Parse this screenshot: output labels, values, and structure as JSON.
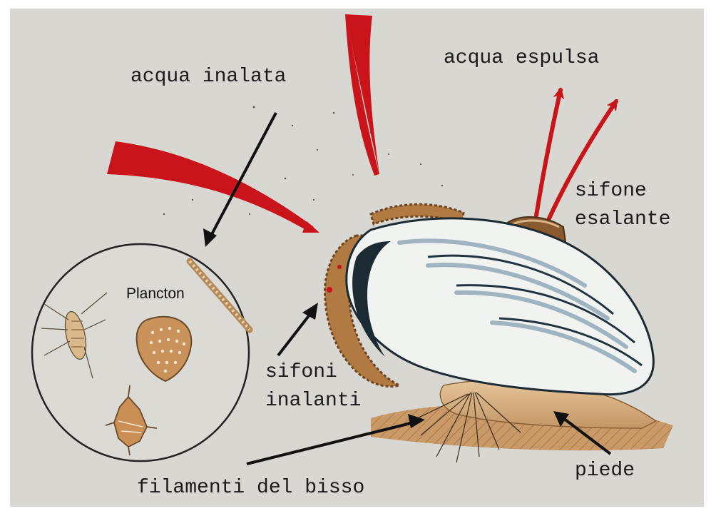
{
  "labels": {
    "inhaled_water": "acqua inalata",
    "expelled_water": "acqua espulsa",
    "exhalant_siphon_line1": "sifone",
    "exhalant_siphon_line2": "esalante",
    "inhalant_siphons_line1": "sifoni",
    "inhalant_siphons_line2": "inalanti",
    "byssus_threads": "filamenti del bisso",
    "foot": "piede",
    "plankton": "Plancton"
  },
  "colors": {
    "background": "#d9d7d2",
    "frame": "#ffffff",
    "water_flow_arrow": "#c8141a",
    "pointer_arrow": "#111111",
    "shell_dark": "#1c2a33",
    "shell_light": "#f1f3f1",
    "tissue_brown": "#b07a42",
    "substrate": "#c99a68"
  }
}
